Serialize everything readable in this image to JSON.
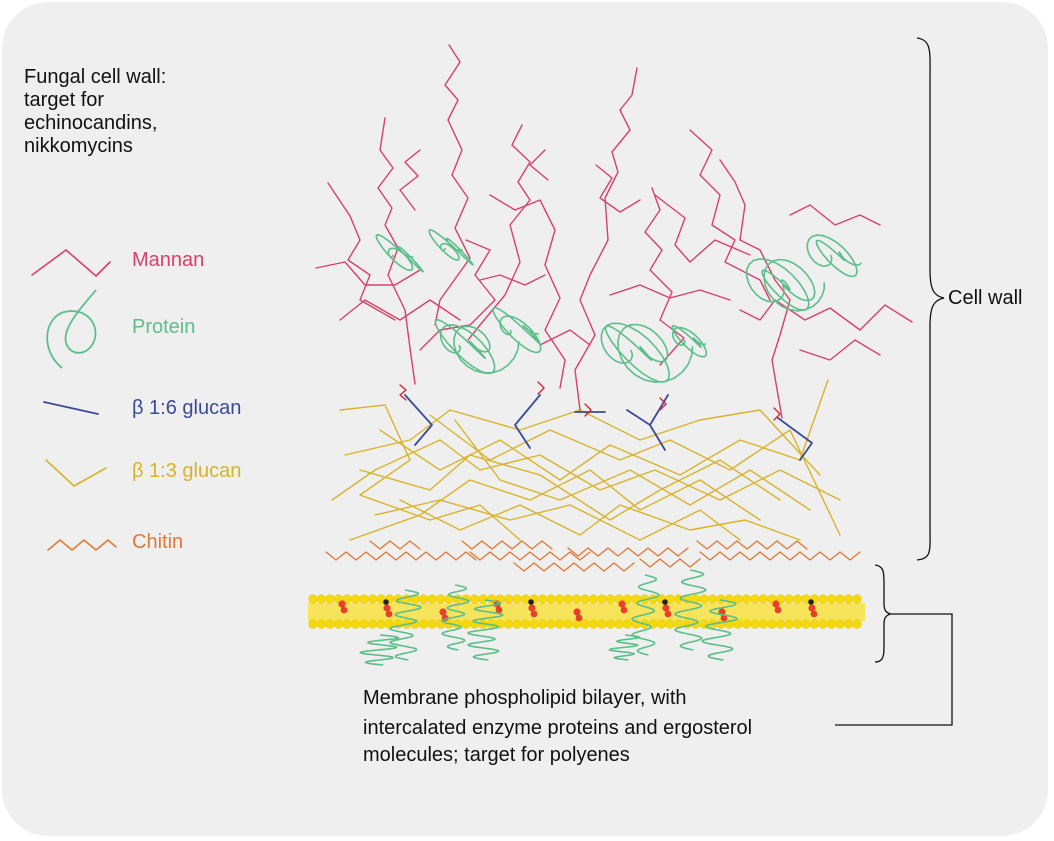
{
  "title_lines": [
    "Fungal cell wall:",
    "target for",
    "echinocandins,",
    "nikkomycins"
  ],
  "legend": [
    {
      "label": "Mannan",
      "color": "#d8406a",
      "icon": "mannan-zigzag-icon"
    },
    {
      "label": "Protein",
      "color": "#5cbf8a",
      "icon": "protein-coil-icon"
    },
    {
      "label": "β 1:6 glucan",
      "color": "#3a4a9a",
      "icon": "beta16-line-icon"
    },
    {
      "label": "β 1:3 glucan",
      "color": "#d8b32a",
      "icon": "beta13-line-icon"
    },
    {
      "label": "Chitin",
      "color": "#e07a38",
      "icon": "chitin-wave-icon"
    }
  ],
  "cell_wall_label": "Cell wall",
  "membrane_lines": [
    "Membrane phospholipid bilayer, with",
    "intercalated enzyme proteins and ergosterol",
    "molecules; target for polyenes"
  ],
  "colors": {
    "mannan": "#d8406a",
    "protein": "#5cbf8a",
    "beta16": "#3a4a9a",
    "beta13": "#d8b32a",
    "chitin": "#e07a38",
    "lipid": "#f5d90f",
    "ergosterol": "#e8402a"
  }
}
